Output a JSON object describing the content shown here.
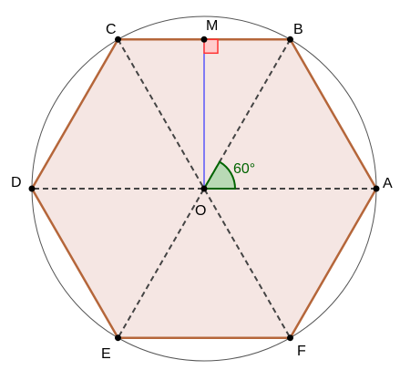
{
  "colors": {
    "hexagon_fill": "#f5e6e3",
    "hexagon_stroke": "#b5663a",
    "circle_stroke": "#555555",
    "diagonal_stroke": "#444444",
    "apothem_stroke": "#3333ff",
    "right_angle_stroke": "#ff3333",
    "right_angle_fill": "#ffcccc",
    "angle_stroke": "#006400",
    "angle_fill": "#b9d9b5",
    "angle_text": "#006400",
    "point_fill": "#000000"
  },
  "points": {
    "O": "O",
    "A": "A",
    "B": "B",
    "C": "C",
    "D": "D",
    "E": "E",
    "F": "F",
    "M": "M"
  },
  "angle": {
    "label": "60°"
  }
}
